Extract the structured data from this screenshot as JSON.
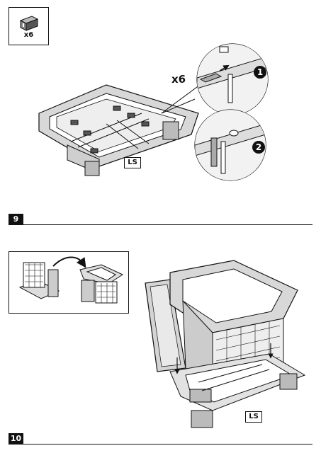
{
  "parts": {
    "quantity": "x6"
  },
  "step_a": {
    "zoom_quantity": "x6",
    "callouts": [
      "1",
      "2"
    ],
    "part_label": "LS"
  },
  "step_9": {
    "number": "9"
  },
  "step_b": {
    "part_label": "LS"
  },
  "step_10": {
    "number": "10"
  },
  "icons": [
    "clip-icon",
    "seat-base-drawing",
    "chair-assembly-drawing",
    "curved-arrow-icon"
  ]
}
